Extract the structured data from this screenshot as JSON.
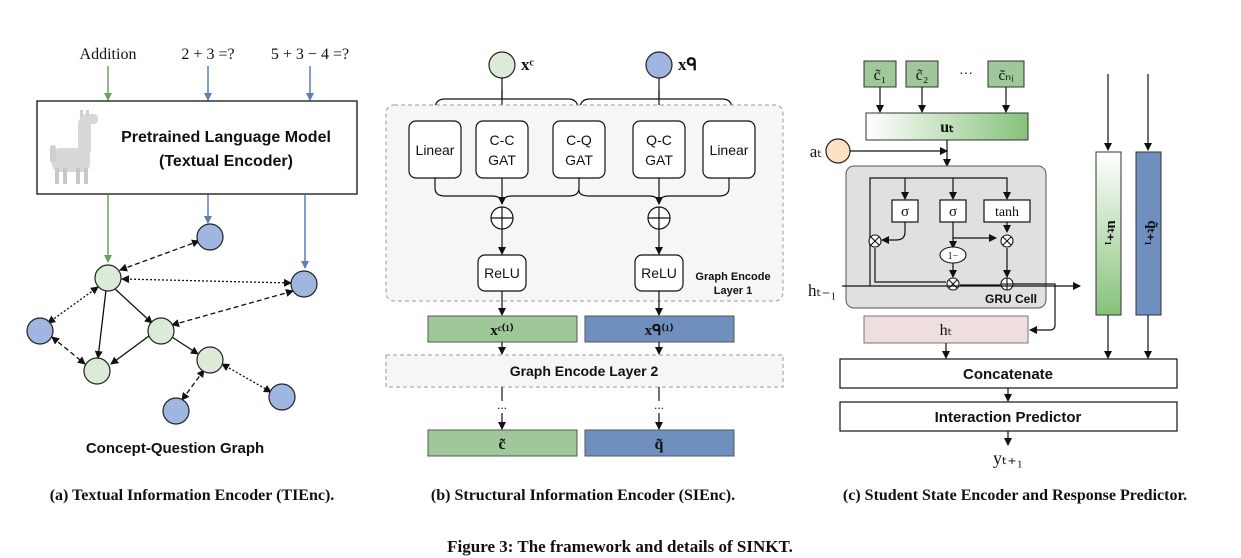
{
  "panel_a": {
    "top_labels": [
      "Addition",
      "2 + 3 =?",
      "5 + 3 − 4 =?"
    ],
    "lm_title_line1": "Pretrained Language Model",
    "lm_title_line2": "(Textual Encoder)",
    "graph_label": "Concept-Question Graph",
    "caption": "(a) Textual Information Encoder (TIEnc)."
  },
  "panel_b": {
    "input_c": "xᶜ",
    "input_q": "xᑫ",
    "modules": [
      "Linear",
      "C-C",
      "GAT",
      "C-Q",
      "GAT",
      "Q-C",
      "GAT",
      "Linear"
    ],
    "relu_label": "ReLU",
    "layer1_line1": "Graph Encode",
    "layer1_line2": "Layer 1",
    "out_c1": "xᶜ⁽¹⁾",
    "out_q1": "xᑫ⁽¹⁾",
    "layer2": "Graph Encode Layer 2",
    "dots": "...",
    "final_c": "c̃",
    "final_q": "q̃",
    "caption": "(b) Structural Information Encoder (SIEnc)."
  },
  "panel_c": {
    "c_inputs": [
      "c̃₁",
      "c̃₂",
      "c̃ₙᵢ"
    ],
    "ellipsis": "···",
    "u_t": "uₜ",
    "a_t": "aₜ",
    "h_prev": "hₜ₋₁",
    "sigma": "σ",
    "tanh": "tanh",
    "one_minus": "1−",
    "gru_label": "GRU Cell",
    "h_t": "hₜ",
    "u_next": "uₜ₊₁",
    "q_next": "q̃ₜ₊₁",
    "concat": "Concatenate",
    "predictor": "Interaction Predictor",
    "y_next": "yₜ₊₁",
    "caption": "(c) Student State Encoder and Response Predictor."
  },
  "figure_caption": "Figure 3: The framework and details of SINKT.",
  "colors": {
    "green": "#9fc79a",
    "green_light": "#dcebd8",
    "blue": "#6f8fbf",
    "blue_light": "#9fb6e0",
    "pink": "#efdede",
    "gray_box": "#e0e0e0",
    "peach": "#fde3c4"
  }
}
